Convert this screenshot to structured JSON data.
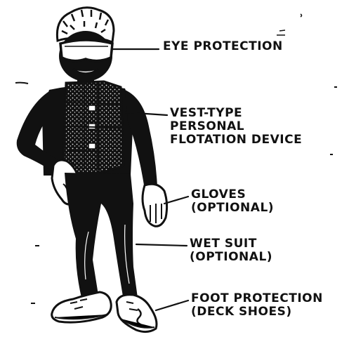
{
  "labels": {
    "eye_protection": "EYE PROTECTION",
    "vest": {
      "line1": "VEST-TYPE",
      "line2": "PERSONAL",
      "line3": "FLOTATION DEVICE"
    },
    "gloves": {
      "line1": "GLOVES",
      "line2": "(OPTIONAL)"
    },
    "wet_suit": {
      "line1": "WET SUIT",
      "line2": "(OPTIONAL)"
    },
    "foot_protection": {
      "line1": "FOOT PROTECTION",
      "line2": "(DECK SHOES)"
    }
  },
  "colors": {
    "ink": "#111111",
    "paper": "#ffffff",
    "vest_speckle": "#e8e8e8",
    "shoe_fill": "#ffffff"
  },
  "icons": {
    "figure": "person-in-wet-suit-illustration",
    "goggles": "goggles-icon",
    "vest": "life-vest-icon",
    "glove": "glove-icon",
    "shoe": "deck-shoe-icon"
  }
}
